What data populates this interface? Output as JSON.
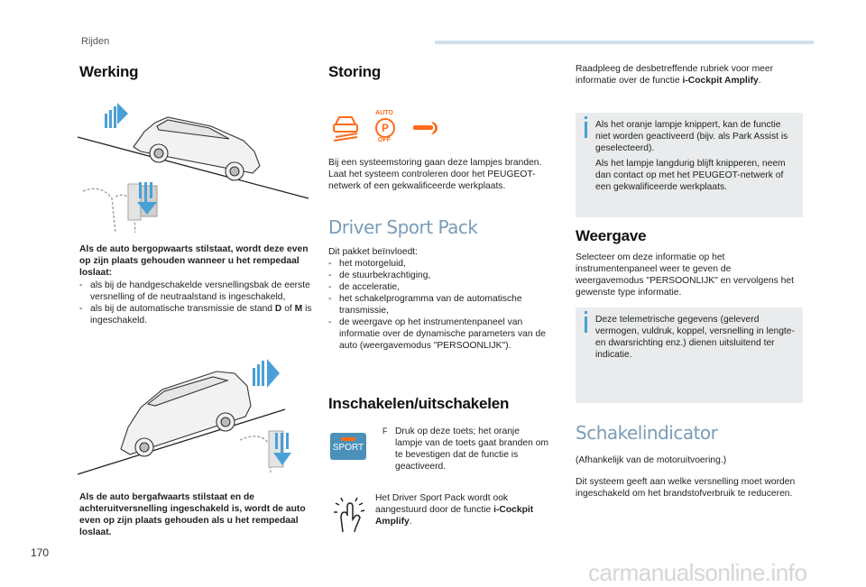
{
  "header": {
    "section": "Rijden"
  },
  "page_number": "170",
  "footer": "carmanualsonline.info",
  "werking": {
    "title": "Werking",
    "uphill_intro": "Als de auto bergopwaarts stilstaat, wordt deze even op zijn plaats gehouden wanneer u het rempedaal loslaat:",
    "uphill_items": [
      "als bij de handgeschakelde versnellingsbak de eerste versnelling of de neutraalstand is ingeschakeld,",
      "als bij de automatische transmissie de stand D of M is ingeschakeld."
    ],
    "downhill_text": "Als de auto bergafwaarts stilstaat en de achteruitversnelling ingeschakeld is, wordt de auto even op zijn plaats gehouden als u het rempedaal loslaat."
  },
  "storing": {
    "title": "Storing",
    "text": "Bij een systeemstoring gaan deze lampjes branden. Laat het systeem controleren door het PEUGEOT-netwerk of een gekwalificeerde werkplaats.",
    "auto_label": "AUTO",
    "p_label": "P",
    "off_label": "OFF"
  },
  "driver_sport": {
    "title": "Driver Sport Pack",
    "intro": "Dit pakket beïnvloedt:",
    "items": [
      "het motorgeluid,",
      "de stuurbekrachtiging,",
      "de acceleratie,",
      "het schakelprogramma van de automatische transmissie,",
      "de weergave op het instrumentenpaneel van informatie over de dynamische parameters van de auto (weergavemodus \"PERSOONLIJK\")."
    ]
  },
  "inschakelen": {
    "title": "Inschakelen/uitschakelen",
    "sport_label": "SPORT",
    "instruction_marker": "F",
    "instruction": "Druk op deze toets; het oranje lampje van de toets gaat branden om te bevestigen dat de functie is geactiveerd.",
    "note_prefix": "Het Driver Sport Pack wordt ook aangestuurd door de functie ",
    "note_bold": "i-Cockpit Amplify",
    "note_suffix": "."
  },
  "right": {
    "ref_prefix": "Raadpleeg de desbetreffende rubriek voor meer informatie over de functie ",
    "ref_bold": "i-Cockpit Amplify",
    "ref_suffix": ".",
    "info1_line1": "Als het oranje lampje knippert, kan de functie niet worden geactiveerd (bijv. als Park Assist is geselecteerd).",
    "info1_line2": "Als het lampje langdurig blijft knipperen, neem dan contact op met het PEUGEOT-netwerk of een gekwalificeerde werkplaats.",
    "weergave_title": "Weergave",
    "weergave_text": "Selecteer om deze informatie op het instrumentenpaneel weer te geven de weergavemodus \"PERSOONLIJK\" en vervolgens het gewenste type informatie.",
    "info2": "Deze telemetrische gegevens (geleverd vermogen, vuldruk, koppel, versnelling in lengte- en dwarsrichting enz.) dienen uitsluitend ter indicatie.",
    "schakel_title": "Schakelindicator",
    "schakel_note": "(Afhankelijk van de motoruitvoering.)",
    "schakel_text": "Dit systeem geeft aan welke versnelling moet worden ingeschakeld om het brandstofverbruik te reduceren."
  },
  "colors": {
    "accent_blue": "#4a9fd4",
    "orange": "#ff6a1a",
    "heading_thin": "#7a9cb8",
    "info_bg": "#e9ebec"
  }
}
